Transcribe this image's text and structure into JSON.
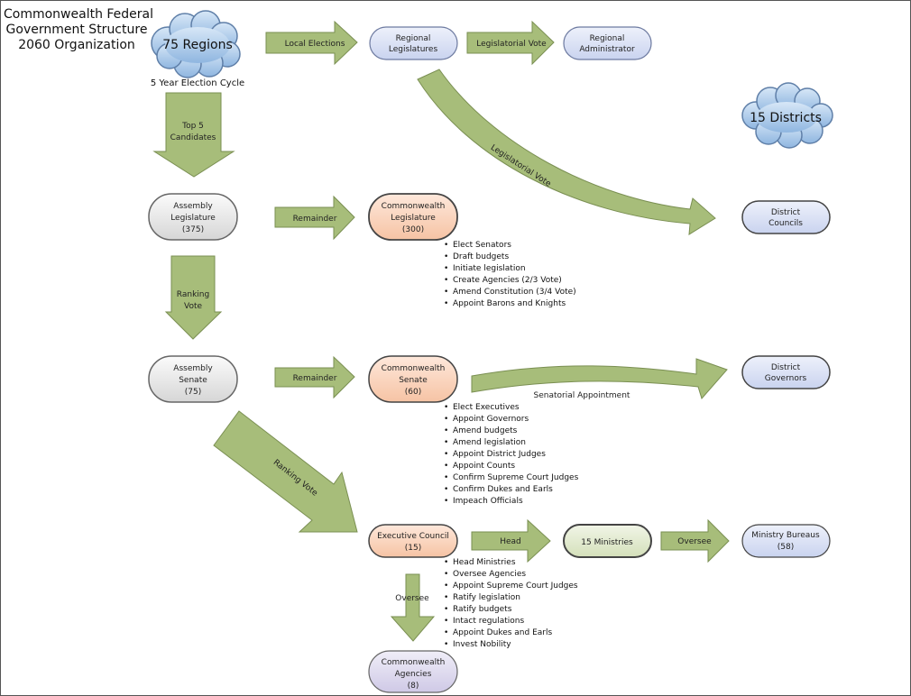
{
  "title": {
    "line1": "Commonwealth Federal",
    "line2": "Government Structure",
    "line3": "2060 Organization"
  },
  "clouds": {
    "regions": "75 Regions",
    "districts": "15 Districts"
  },
  "caption_election_cycle": "5 Year Election Cycle",
  "nodes": {
    "regional_legislatures": [
      "Regional",
      "Legislatures"
    ],
    "regional_administrator": [
      "Regional",
      "Administrator"
    ],
    "assembly_legislature": [
      "Assembly",
      "Legislature",
      "(375)"
    ],
    "commonwealth_legislature": [
      "Commonwealth",
      "Legislature",
      "(300)"
    ],
    "district_councils": [
      "District",
      "Councils"
    ],
    "assembly_senate": [
      "Assembly",
      "Senate",
      "(75)"
    ],
    "commonwealth_senate": [
      "Commonwealth",
      "Senate",
      "(60)"
    ],
    "district_governors": [
      "District",
      "Governors"
    ],
    "executive_council": [
      "Executive Council",
      "(15)"
    ],
    "ministries": [
      "15 Ministries"
    ],
    "ministry_bureaus": [
      "Ministry Bureaus",
      "(58)"
    ],
    "commonwealth_agencies": [
      "Commonwealth",
      "Agencies",
      "(8)"
    ]
  },
  "arrows": {
    "local_elections": "Local Elections",
    "legislatorial_vote_top": "Legislatorial Vote",
    "legislatorial_vote_curve": "Legislatorial Vote",
    "top5": [
      "Top 5",
      "Candidates"
    ],
    "remainder_legislature": "Remainder",
    "ranking_vote_down": [
      "Ranking",
      "Vote"
    ],
    "remainder_senate": "Remainder",
    "senatorial_appointment": "Senatorial Appointment",
    "ranking_vote_diag": "Ranking Vote",
    "head": "Head",
    "oversee_right": "Oversee",
    "oversee_down": "Oversee"
  },
  "duties": {
    "legislature": [
      "Elect Senators",
      "Draft budgets",
      "Initiate legislation",
      "Create Agencies (2/3 Vote)",
      "Amend Constitution (3/4 Vote)",
      "Appoint Barons and Knights"
    ],
    "senate": [
      "Elect Executives",
      "Appoint Governors",
      "Amend budgets",
      "Amend legislation",
      "Appoint District Judges",
      "Appoint Counts",
      "Confirm Supreme Court Judges",
      "Confirm Dukes and Earls",
      "Impeach Officials"
    ],
    "executive": [
      "Head Ministries",
      "Oversee Agencies",
      "Appoint Supreme Court Judges",
      "Ratify legislation",
      "Ratify budgets",
      "Intact regulations",
      "Appoint Dukes and Earls",
      "Invest Nobility"
    ]
  },
  "colors": {
    "arrow_fill": "#a7bd7a",
    "arrow_stroke": "#7a8f52",
    "node_blue": "#dce3f5",
    "node_gray": "#e8e8e8",
    "node_orange": "#fcd9c4",
    "node_green": "#e4ecd4",
    "node_purple": "#e2def1",
    "cloud_blue": "#a9c9ea"
  }
}
